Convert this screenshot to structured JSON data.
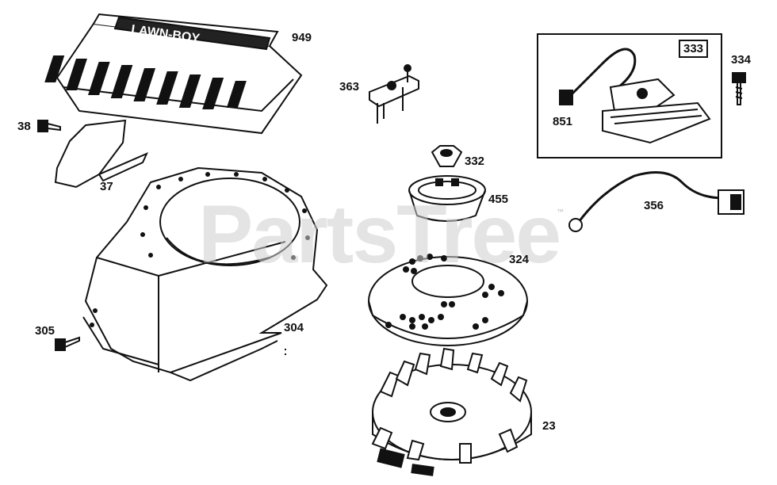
{
  "watermark": {
    "text": "PartsTree",
    "tm": "™"
  },
  "brand_text": "LAWN-BOY",
  "parts": {
    "p949": "949",
    "p363": "363",
    "p333": "333",
    "p334": "334",
    "p851": "851",
    "p38": "38",
    "p37": "37",
    "p332": "332",
    "p455": "455",
    "p356": "356",
    "p324": "324",
    "p305": "305",
    "p304": "304",
    "p23": "23"
  },
  "colors": {
    "ink": "#111111",
    "watermark": "#cfcfcf",
    "background": "#ffffff"
  }
}
